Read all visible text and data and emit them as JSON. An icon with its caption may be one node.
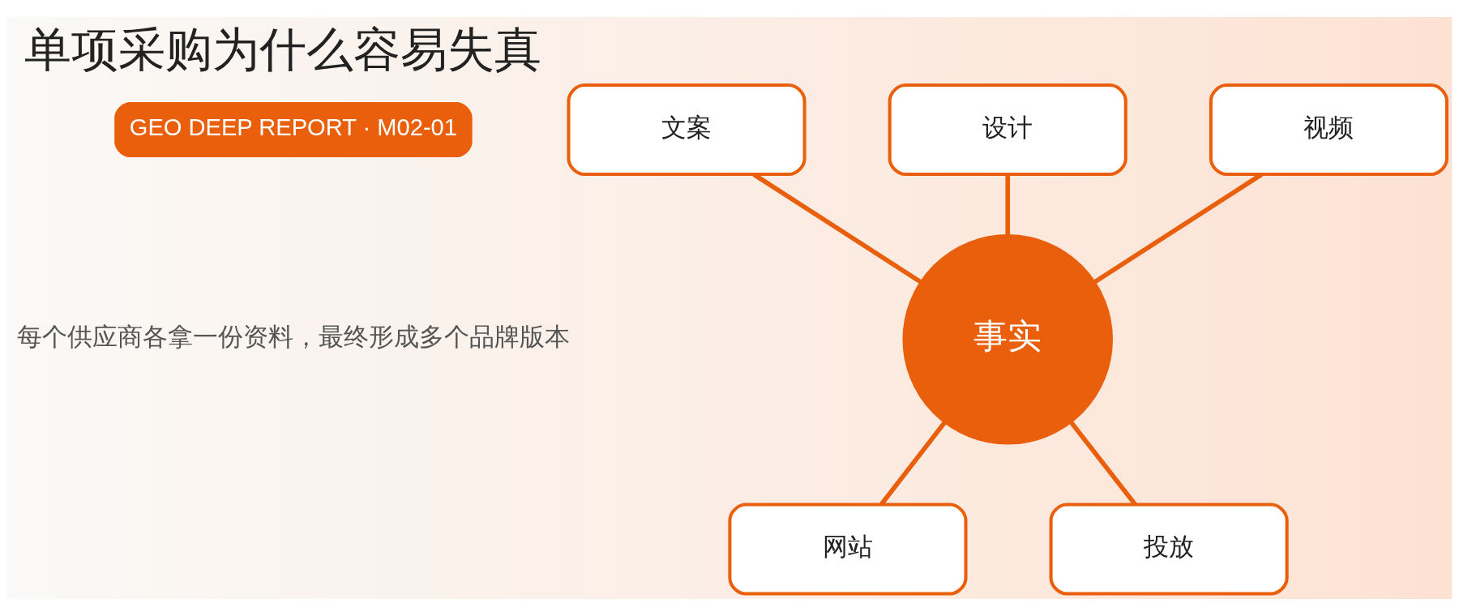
{
  "diagram": {
    "title": "单项采购为什么容易失真",
    "nodes": [
      {
        "text": [
          "文案"
        ]
      },
      {
        "text": [
          "设计"
        ]
      },
      {
        "text": [
          "视频"
        ]
      },
      {
        "text": [
          "事实"
        ]
      },
      {
        "text": [
          "网站"
        ]
      },
      {
        "text": [
          "投放"
        ]
      }
    ],
    "edges": [
      {
        "from": 0,
        "to": 3,
        "arrow": "none"
      },
      {
        "from": 1,
        "to": 3,
        "arrow": "none"
      },
      {
        "from": 2,
        "to": 3,
        "arrow": "none"
      },
      {
        "from": 3,
        "to": 4,
        "arrow": "none"
      },
      {
        "from": 3,
        "to": 5,
        "arrow": "none"
      }
    ],
    "labels": [
      "GEO DEEP REPORT · M02-01",
      "每个供应商各拿一份资料，最终形成多个品牌版本"
    ]
  }
}
